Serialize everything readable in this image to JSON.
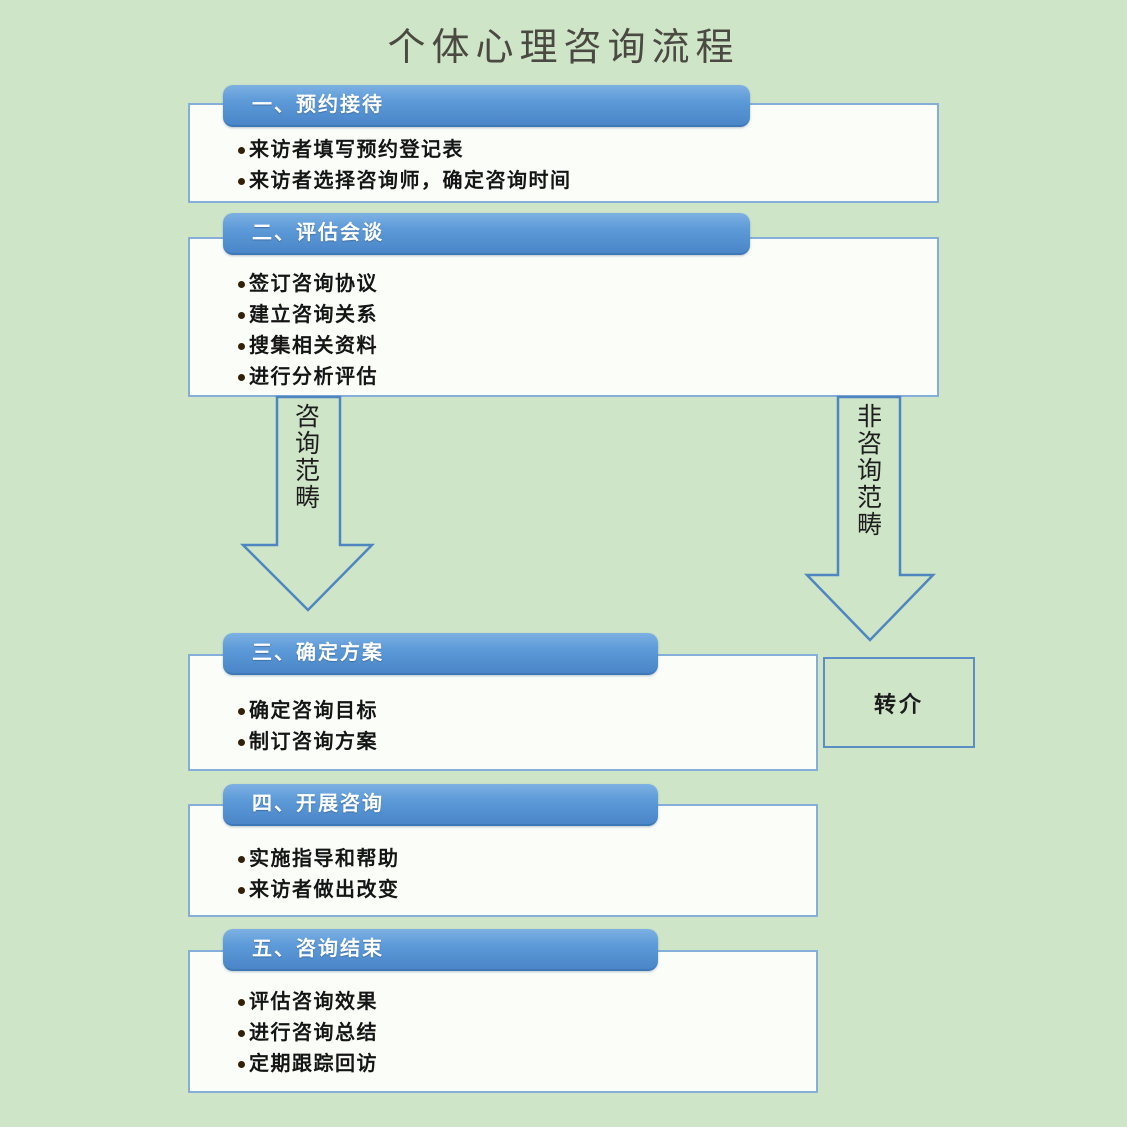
{
  "title": "个体心理咨询流程",
  "sections": [
    {
      "header": "一、预约接待",
      "bullets": [
        "来访者填写预约登记表",
        "来访者选择咨询师，确定咨询时间"
      ]
    },
    {
      "header": "二、评估会谈",
      "bullets": [
        "签订咨询协议",
        "建立咨询关系",
        "搜集相关资料",
        "进行分析评估"
      ]
    },
    {
      "header": "三、确定方案",
      "bullets": [
        "确定咨询目标",
        "制订咨询方案"
      ]
    },
    {
      "header": "四、开展咨询",
      "bullets": [
        "实施指导和帮助",
        "来访者做出改变"
      ]
    },
    {
      "header": "五、咨询结束",
      "bullets": [
        "评估咨询效果",
        "进行咨询总结",
        "定期跟踪回访"
      ]
    }
  ],
  "branches": {
    "left_arrow_label": "咨询范畴",
    "right_arrow_label": "非咨询范畴",
    "referral_label": "转介"
  },
  "colors": {
    "background": "#cfe5c8",
    "header_blue_top": "#7db1e3",
    "header_blue_bottom": "#4a86c8",
    "box_fill": "#fbfdf9",
    "box_border": "#85aed9",
    "arrow_stroke": "#4f86c0",
    "bullet_text": "#151515",
    "header_text": "#ffffff",
    "title_text": "#4b4a42"
  }
}
